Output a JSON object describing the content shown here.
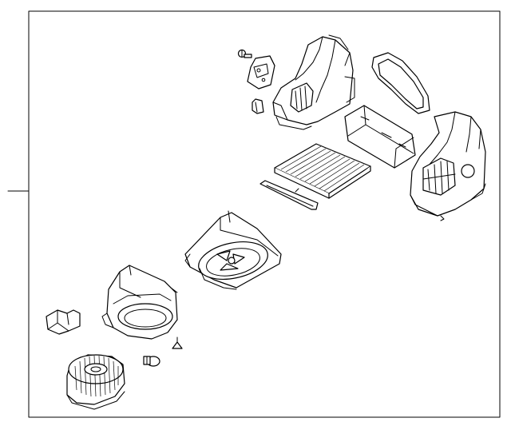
{
  "diagram": {
    "parts": [
      {
        "name": "grommet-screw",
        "icon": "screw-icon"
      },
      {
        "name": "mounting-bracket",
        "icon": "bracket-icon"
      },
      {
        "name": "clip",
        "icon": "clip-icon"
      },
      {
        "name": "intake-door-housing",
        "icon": "housing-icon"
      },
      {
        "name": "seal-gasket",
        "icon": "gasket-icon"
      },
      {
        "name": "filter-cover",
        "icon": "cover-icon"
      },
      {
        "name": "cabin-air-filter",
        "icon": "filter-icon"
      },
      {
        "name": "filter-rail",
        "icon": "rail-icon"
      },
      {
        "name": "intake-housing-upper",
        "icon": "housing-icon"
      },
      {
        "name": "blower-case",
        "icon": "case-icon"
      },
      {
        "name": "scroll-housing",
        "icon": "scroll-icon"
      },
      {
        "name": "blower-resistor",
        "icon": "resistor-icon"
      },
      {
        "name": "push-pin-clip",
        "icon": "pin-icon"
      },
      {
        "name": "motor-connector",
        "icon": "connector-icon"
      },
      {
        "name": "blower-motor-fan",
        "icon": "fan-icon"
      }
    ]
  }
}
